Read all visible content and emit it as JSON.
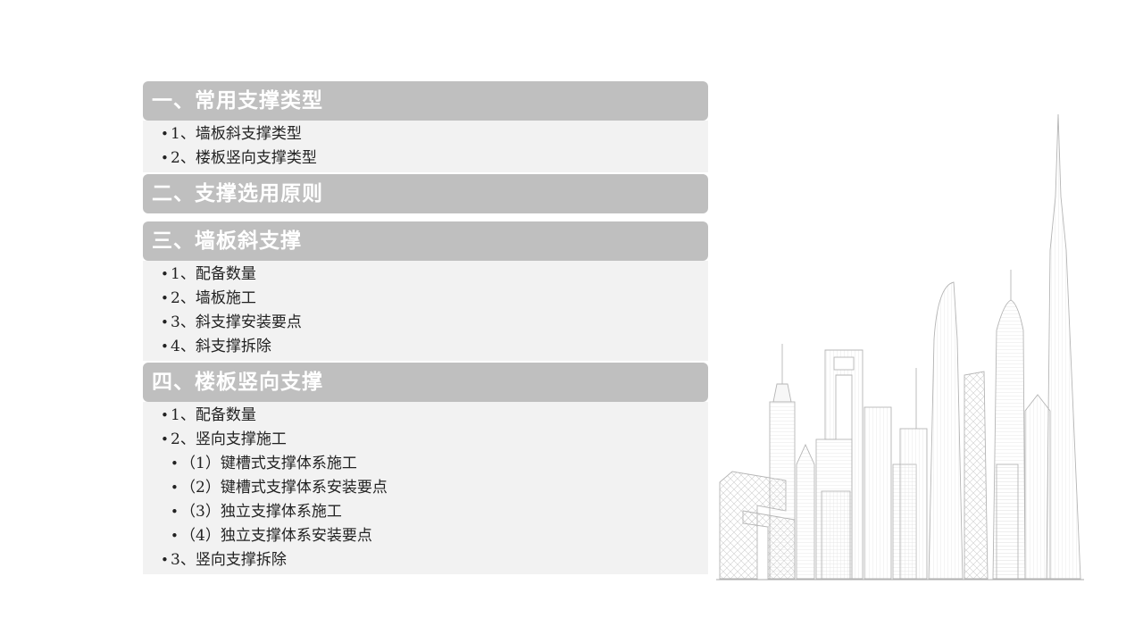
{
  "outline": {
    "sections": [
      {
        "title": "一、常用支撑类型",
        "items": [
          {
            "text": "1、墙板斜支撑类型",
            "level": 1
          },
          {
            "text": "2、楼板竖向支撑类型",
            "level": 1
          }
        ]
      },
      {
        "title": "二、支撑选用原则",
        "items": []
      },
      {
        "title": "三、墙板斜支撑",
        "items": [
          {
            "text": "1、配备数量",
            "level": 1
          },
          {
            "text": "2、墙板施工",
            "level": 1
          },
          {
            "text": "3、斜支撑安装要点",
            "level": 1
          },
          {
            "text": "4、斜支撑拆除",
            "level": 1
          }
        ]
      },
      {
        "title": "四、楼板竖向支撑",
        "items": [
          {
            "text": "1、配备数量",
            "level": 1
          },
          {
            "text": "2、竖向支撑施工",
            "level": 1
          },
          {
            "text": "（1）键槽式支撑体系施工",
            "level": 2
          },
          {
            "text": "（2）键槽式支撑体系安装要点",
            "level": 2
          },
          {
            "text": "（3）独立支撑体系施工",
            "level": 2
          },
          {
            "text": "（4）独立支撑体系安装要点",
            "level": 2
          },
          {
            "text": "3、竖向支撑拆除",
            "level": 1
          }
        ]
      }
    ]
  },
  "colors": {
    "header_bg": "#bfbfbf",
    "body_bg": "#f2f2f2",
    "header_text": "#ffffff",
    "item_text": "#222222"
  },
  "illustration": {
    "icon": "city-skyline-icon"
  }
}
